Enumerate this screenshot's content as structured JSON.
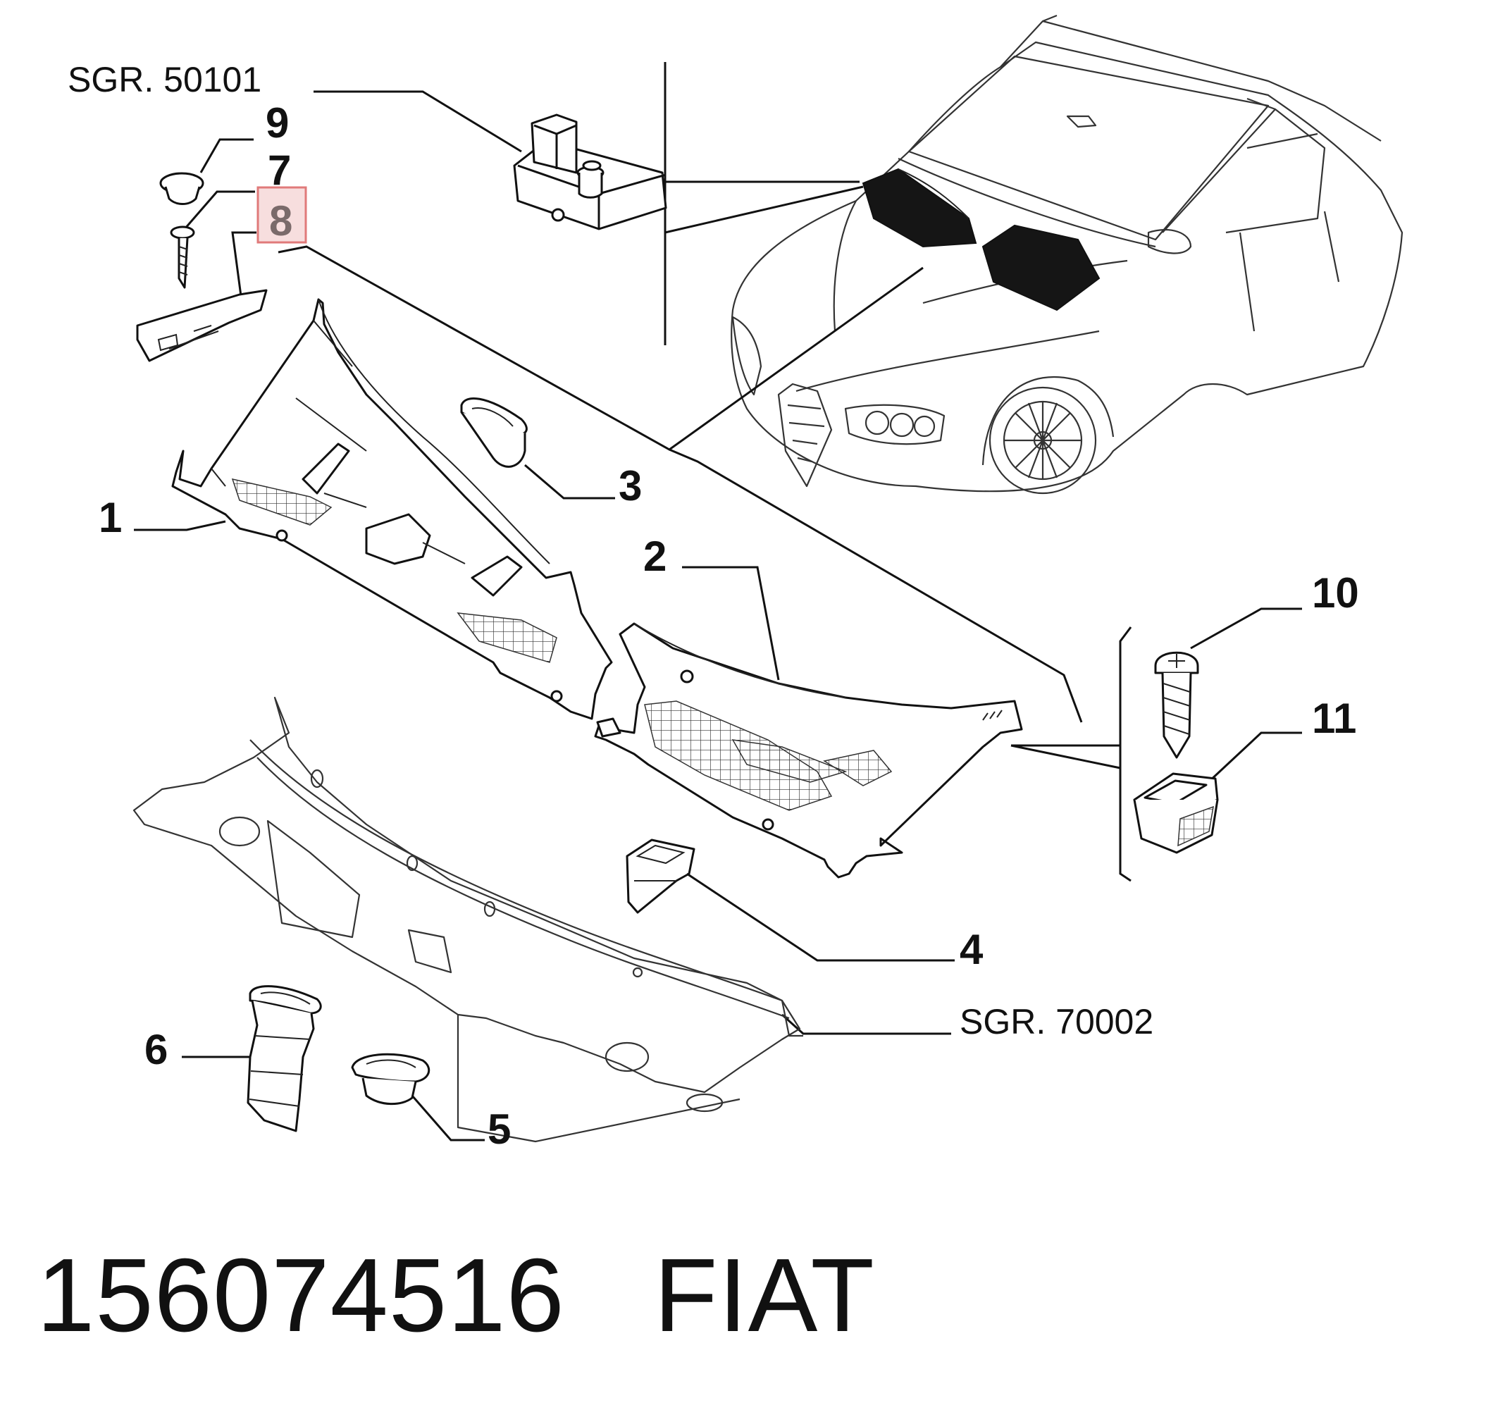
{
  "references": {
    "upper": "SGR. 50101",
    "lower": "SGR. 70002"
  },
  "callouts": {
    "c1": "1",
    "c2": "2",
    "c3": "3",
    "c4": "4",
    "c5": "5",
    "c6": "6",
    "c7": "7",
    "c8": "8",
    "c9": "9",
    "c10": "10",
    "c11": "11"
  },
  "highlighted_callout": "8",
  "highlight_color": "#f7dede",
  "highlight_border": "#e07a7a",
  "footer": {
    "part_number": "156074516",
    "brand": "FIAT"
  }
}
